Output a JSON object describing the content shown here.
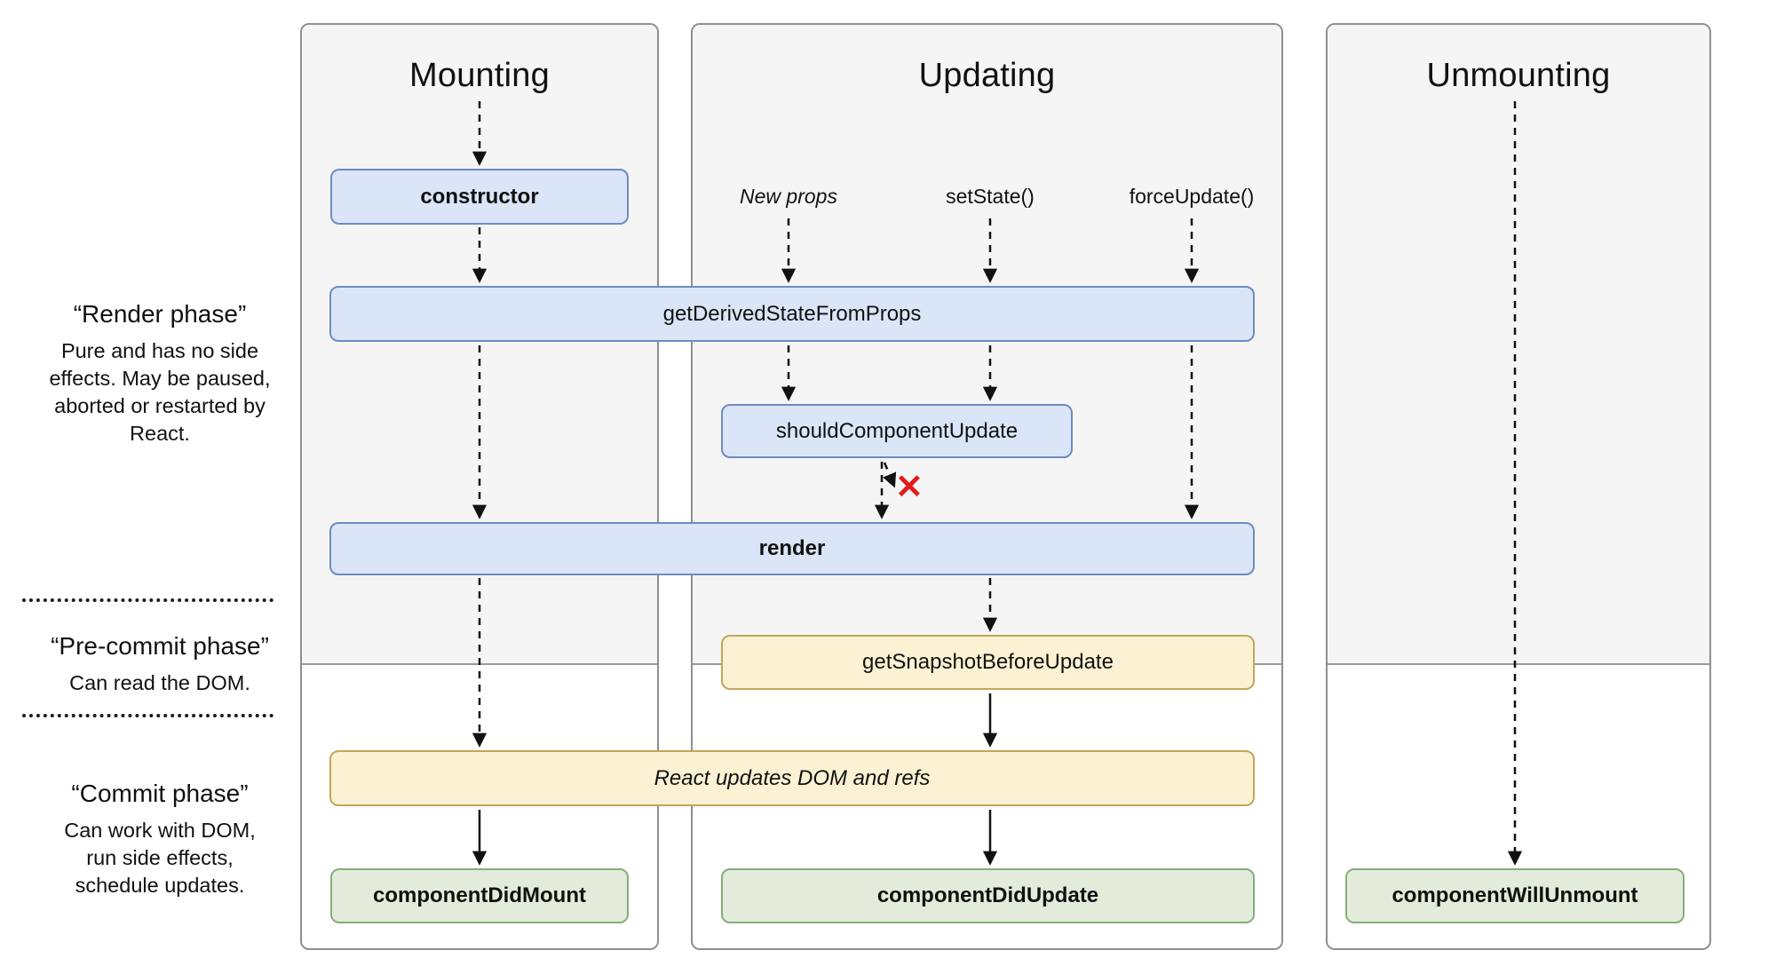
{
  "columns": [
    {
      "title": "Mounting"
    },
    {
      "title": "Updating"
    },
    {
      "title": "Unmounting"
    }
  ],
  "triggers": {
    "new_props": "New props",
    "set_state": "setState()",
    "force_update": "forceUpdate()"
  },
  "nodes": {
    "ctor": "constructor",
    "get_derived_state_from_props": "getDerivedStateFromProps",
    "should_component_update": "shouldComponentUpdate",
    "render_fn": "render",
    "get_snapshot_before_update": "getSnapshotBeforeUpdate",
    "react_updates_dom": "React updates DOM and refs",
    "component_did_mount": "componentDidMount",
    "component_did_update": "componentDidUpdate",
    "component_will_unmount": "componentWillUnmount"
  },
  "phases": {
    "render": {
      "title": "“Render phase”",
      "description": "Pure and has no side effects. May be paused, aborted or restarted by React."
    },
    "pre_commit": {
      "title": "“Pre-commit phase”",
      "description": "Can read the DOM."
    },
    "commit": {
      "title": "“Commit phase”",
      "description": "Can work with DOM, run side effects, schedule updates."
    }
  },
  "annotations": {
    "skip_mark": "✕"
  },
  "colors": {
    "box_blue": "#dae5f8",
    "box_blue_border": "#6e8cbf",
    "box_yellow": "#fcf2d3",
    "box_yellow_border": "#c2a65c",
    "box_green": "#e3ecdb",
    "box_green_border": "#85ae78",
    "column_bg": "#f5f5f5",
    "column_border": "#8f8f8f",
    "arrow": "#111111",
    "skip_red": "#e31b1b"
  }
}
